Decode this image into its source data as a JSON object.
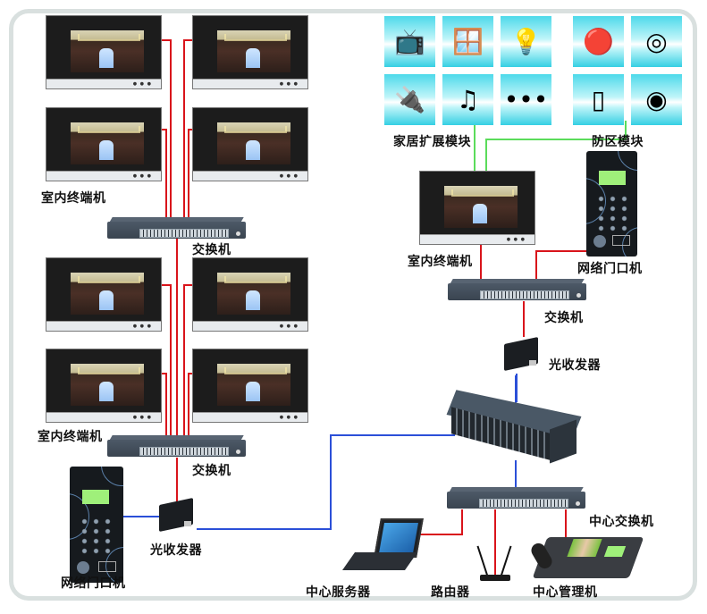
{
  "colors": {
    "network_cable": "#d9141b",
    "fiber_cable": "#2b4fd8",
    "bus_cable": "#5bdc5b",
    "frame": "#d9e0df",
    "tile": "#4dd9ea"
  },
  "labels": {
    "indoor_terminal_top": "室内终端机",
    "switch_top": "交换机",
    "indoor_terminal_bottom": "室内终端机",
    "switch_bottom": "交换机",
    "converter_left": "光收发器",
    "door_station_left": "网络门口机",
    "home_expansion_module": "家居扩展模块",
    "security_zone_module": "防区模块",
    "indoor_terminal_right": "室内终端机",
    "door_station_right": "网络门口机",
    "switch_right": "交换机",
    "converter_right": "光收发器",
    "center_switch": "中心交换机",
    "center_server": "中心服务器",
    "router": "路由器",
    "center_manager": "中心管理机"
  },
  "icons": {
    "home": [
      "remote-control-icon",
      "curtain-icon",
      "light-bulb-icon",
      "power-socket-icon",
      "music-note-icon",
      "more-icon"
    ],
    "security": [
      "emergency-button-icon",
      "smoke-detector-icon",
      "door-sensor-icon",
      "ceiling-sensor-icon"
    ]
  }
}
